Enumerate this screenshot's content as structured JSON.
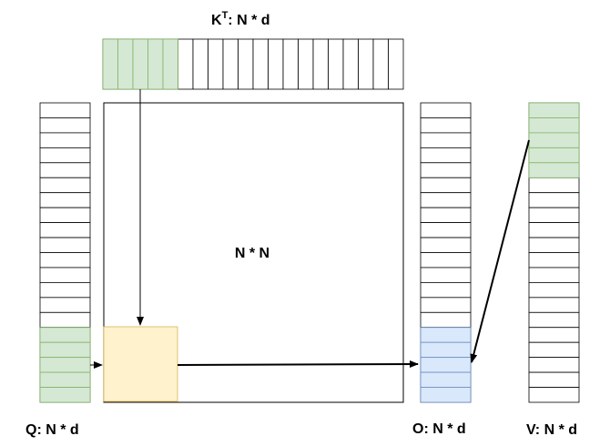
{
  "labels": {
    "kt_base": "K",
    "kt_sup": "T",
    "kt_rest": ": N * d",
    "q": "Q: N * d",
    "nn": "N * N",
    "o": "O: N * d",
    "v": "V: N * d"
  },
  "matrices": {
    "kt": {
      "cells": 20,
      "highlighted_cells": 5,
      "orientation": "horizontal"
    },
    "q": {
      "cells": 20,
      "highlighted_cells": 5,
      "orientation": "vertical"
    },
    "o": {
      "cells": 20,
      "highlighted_cells": 5,
      "orientation": "vertical"
    },
    "v": {
      "cells": 20,
      "highlighted_cells": 5,
      "orientation": "vertical"
    }
  },
  "colors": {
    "green_fill": "#d5e8d4",
    "green_stroke": "#82b366",
    "yellow_fill": "#fff2cc",
    "yellow_stroke": "#d6b656",
    "blue_fill": "#dae8fc",
    "blue_stroke": "#6c8ebf",
    "line": "#000000"
  }
}
